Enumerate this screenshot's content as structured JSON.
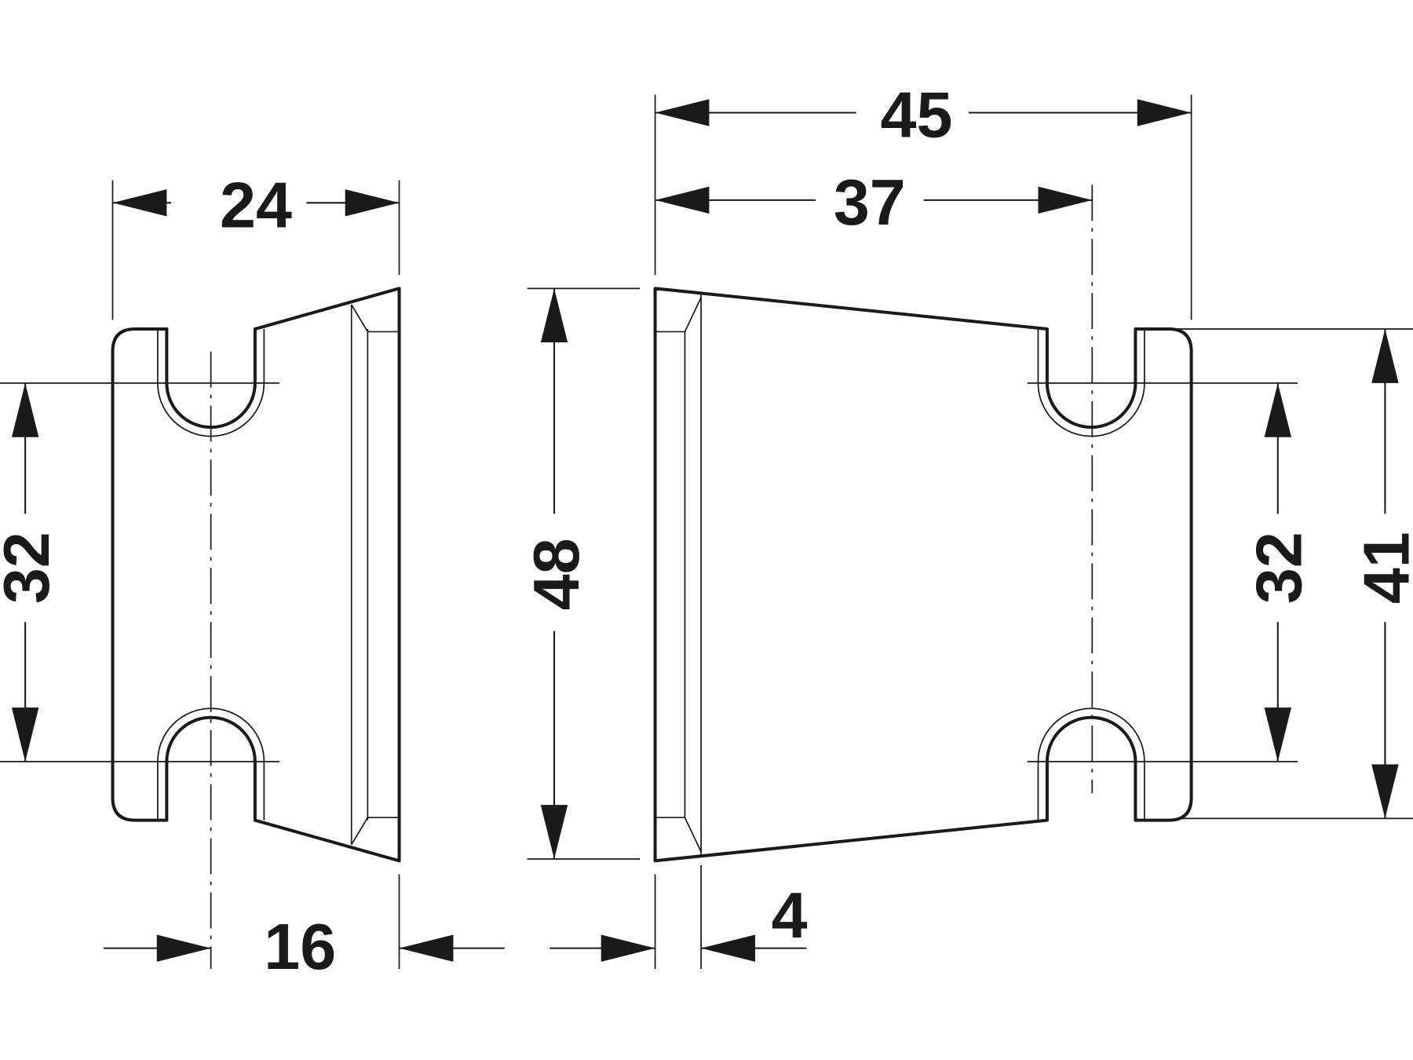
{
  "drawing": {
    "title": "Bracket dimension drawing",
    "dimensions": {
      "left_width": "24",
      "left_hole_spacing": "32",
      "left_offset": "16",
      "total_height": "48",
      "right_total_width": "45",
      "right_hole_distance": "37",
      "right_hole_spacing": "32",
      "right_plate_height": "41",
      "flange_thickness": "4"
    },
    "colors": {
      "line": "#1a1a1a",
      "background": "#ffffff"
    }
  }
}
